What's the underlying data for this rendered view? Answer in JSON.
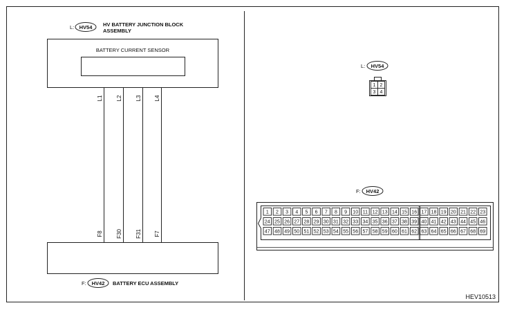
{
  "upper_block": {
    "prefix": "L:",
    "connector": "HV54",
    "name_line1": "HV BATTERY JUNCTION BLOCK",
    "name_line2": "ASSEMBLY",
    "sensor_label": "BATTERY CURRENT SENSOR"
  },
  "lower_block": {
    "prefix": "F:",
    "connector": "HV42",
    "name": "BATTERY ECU ASSEMBLY"
  },
  "wires": [
    {
      "top": "L1",
      "bottom": "F8"
    },
    {
      "top": "L2",
      "bottom": "F30"
    },
    {
      "top": "L3",
      "bottom": "F31"
    },
    {
      "top": "L4",
      "bottom": "F7"
    }
  ],
  "connector_hv54": {
    "prefix": "L:",
    "name": "HV54",
    "pins": [
      "1",
      "2",
      "3",
      "4"
    ]
  },
  "connector_hv42": {
    "prefix": "F:",
    "name": "HV42",
    "rows": [
      [
        "1",
        "2",
        "3",
        "4",
        "5",
        "6",
        "7",
        "8",
        "9",
        "10",
        "11",
        "12",
        "13",
        "14",
        "15",
        "16",
        "17",
        "18",
        "19",
        "20",
        "21",
        "22",
        "23"
      ],
      [
        "24",
        "25",
        "26",
        "27",
        "28",
        "29",
        "30",
        "31",
        "32",
        "33",
        "34",
        "35",
        "36",
        "37",
        "38",
        "39",
        "40",
        "41",
        "42",
        "43",
        "44",
        "45",
        "46"
      ],
      [
        "47",
        "48",
        "49",
        "50",
        "51",
        "52",
        "53",
        "54",
        "55",
        "56",
        "57",
        "58",
        "59",
        "60",
        "61",
        "62",
        "63",
        "64",
        "65",
        "66",
        "67",
        "68",
        "69"
      ]
    ]
  },
  "figure_code": "HEV10513"
}
